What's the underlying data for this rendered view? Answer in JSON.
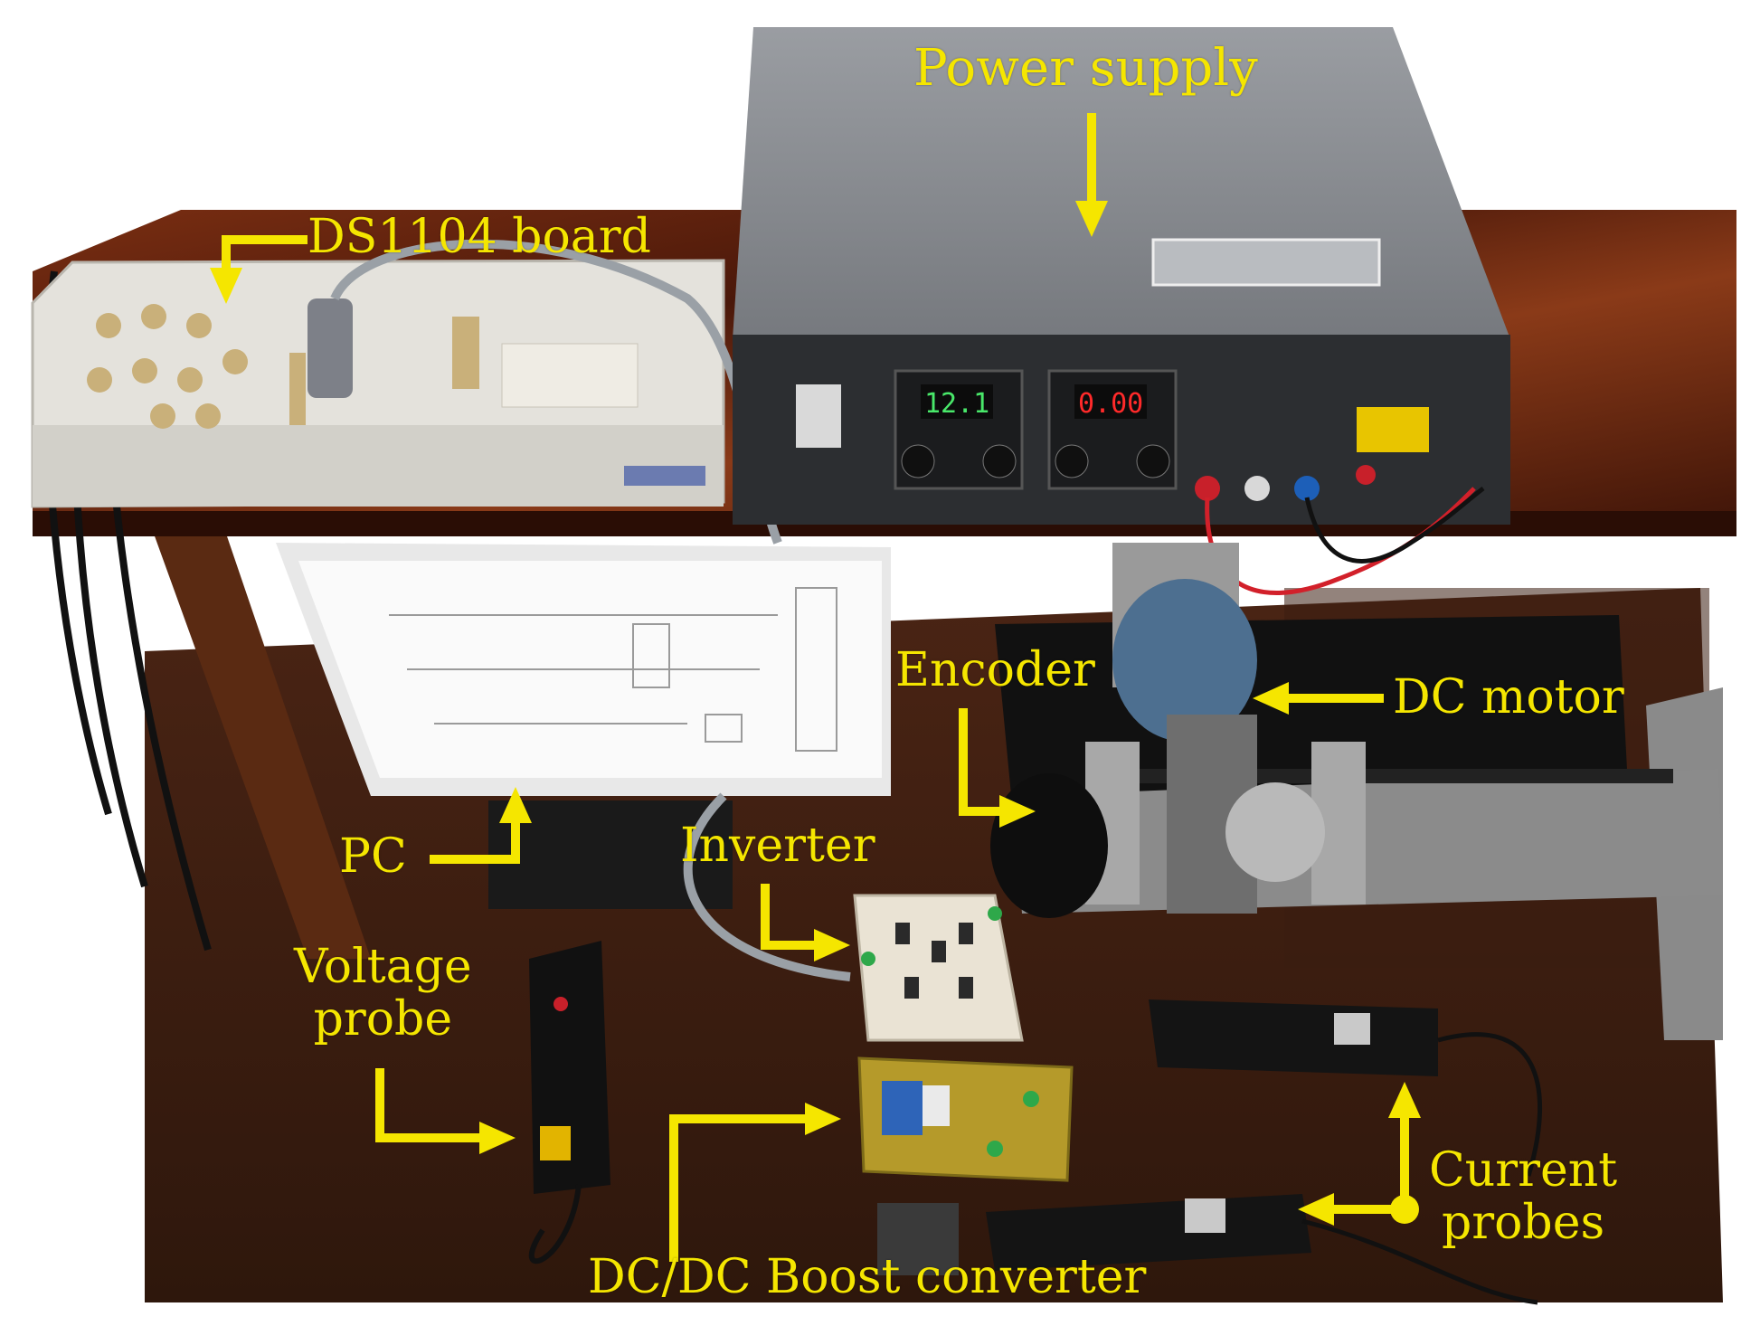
{
  "labels": {
    "power_supply": "Power supply",
    "ds1104_board": "DS1104 board",
    "encoder": "Encoder",
    "dc_motor": "DC motor",
    "pc": "PC",
    "inverter": "Inverter",
    "voltage_probe": "Voltage\nprobe",
    "current_probes": "Current\nprobes",
    "boost_converter": "DC/DC Boost converter"
  },
  "instrument_readouts": {
    "voltage_display": "12.1",
    "current_display": "0.00"
  },
  "colors": {
    "annotation": "#f5e600",
    "table_wood": "#6b2a14",
    "psu_body": "#8a8c90",
    "psu_panel": "#2c2e31",
    "board_box": "#e4e2dc"
  }
}
